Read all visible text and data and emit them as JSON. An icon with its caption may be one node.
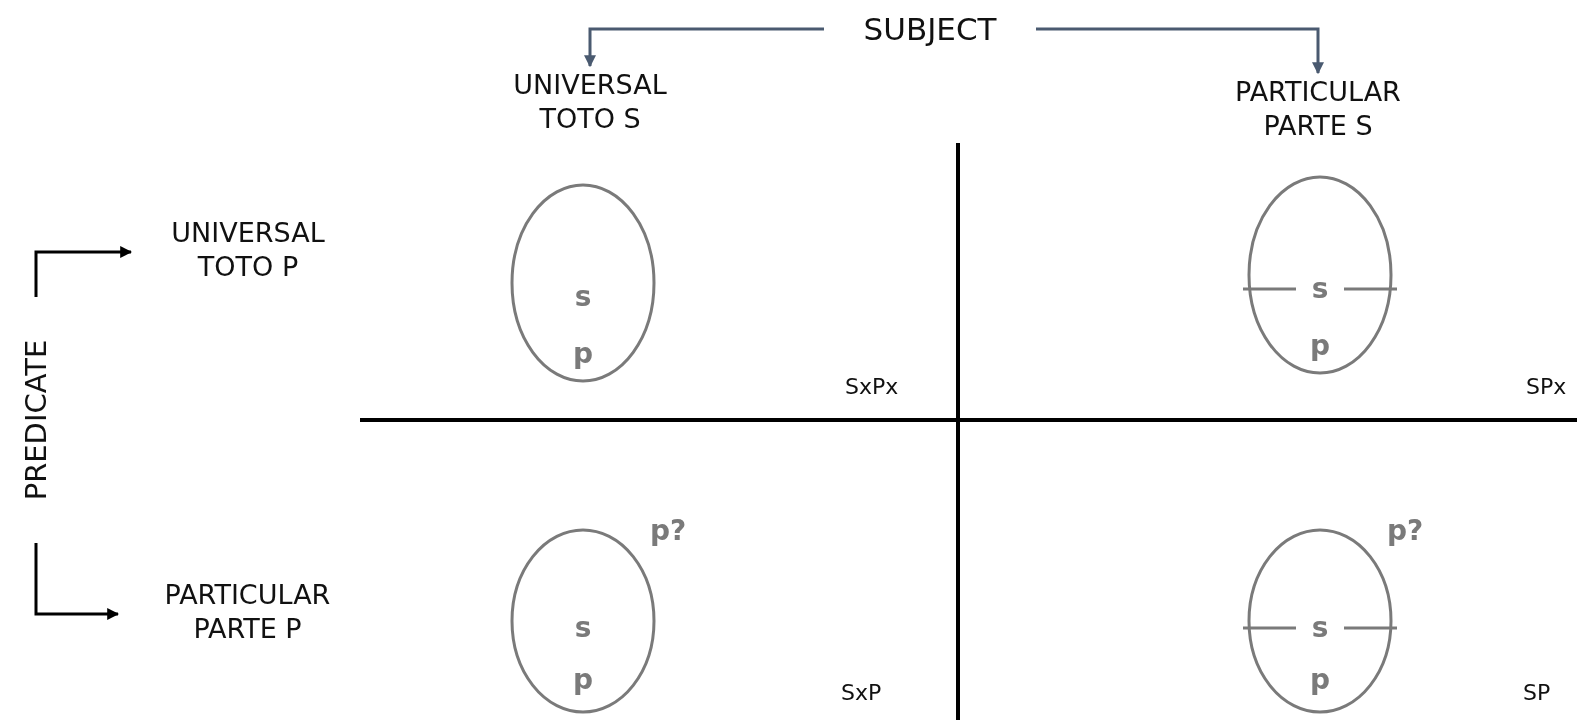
{
  "diagram": {
    "nodes": [
      {
        "text": [
          "SUBJECT"
        ]
      },
      {
        "text": [
          "UNIVERSAL TOTO S"
        ]
      },
      {
        "text": [
          "PARTICULAR PARTE S"
        ]
      },
      {
        "text": [
          "PREDICATE"
        ]
      },
      {
        "text": [
          "UNIVERSAL TOTO P"
        ]
      },
      {
        "text": [
          "PARTICULAR PARTE P"
        ]
      },
      {
        "text": [
          "s",
          "p"
        ]
      },
      {
        "text": [
          "s",
          "p"
        ]
      },
      {
        "text": [
          "s",
          "p"
        ],
        "beside": [
          "p?"
        ]
      },
      {
        "text": [
          "s",
          "p"
        ],
        "beside": [
          "p?"
        ]
      }
    ],
    "edges": [
      {
        "from": 0,
        "to": 1,
        "arrow": "to",
        "color": "#4a5a70"
      },
      {
        "from": 0,
        "to": 2,
        "arrow": "to",
        "color": "#4a5a70"
      },
      {
        "from": 3,
        "to": 4,
        "arrow": "to",
        "color": "#000000"
      },
      {
        "from": 3,
        "to": 5,
        "arrow": "to",
        "color": "#000000"
      }
    ],
    "labels": [
      "SxPx",
      "SPx",
      "SxP",
      "SP"
    ]
  }
}
